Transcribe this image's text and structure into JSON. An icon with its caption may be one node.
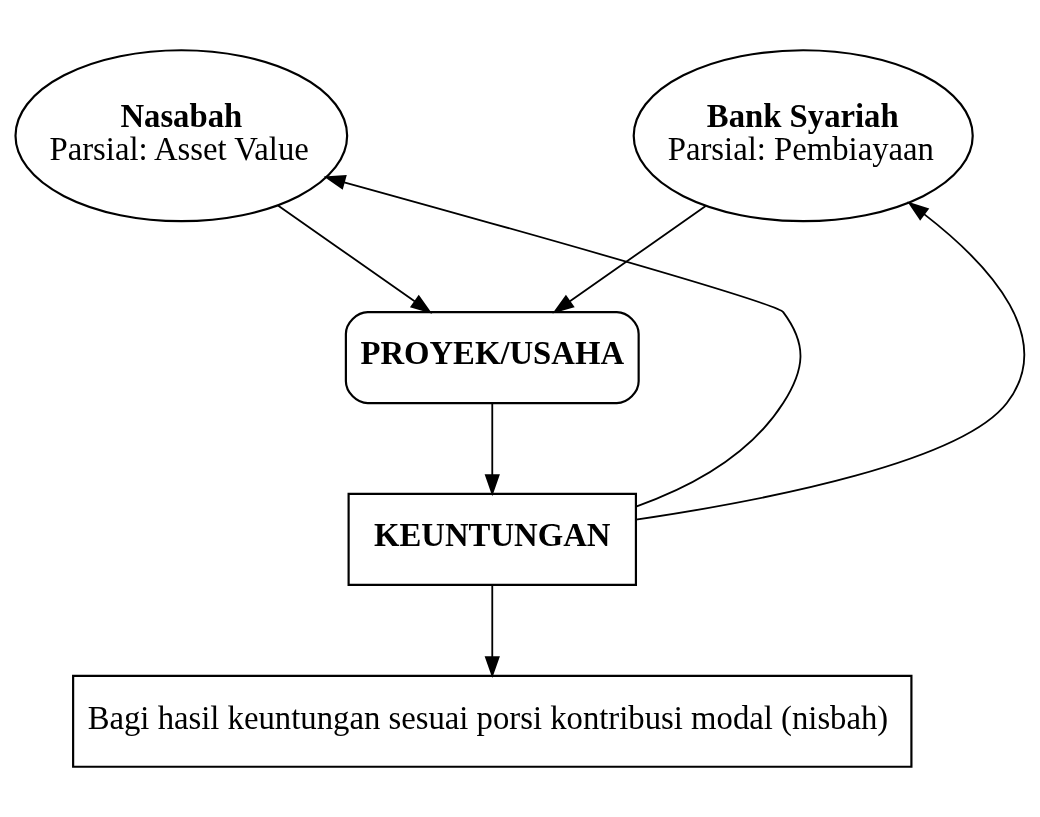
{
  "diagram": {
    "nodes": [
      {
        "text": [
          "Nasabah",
          "Parsial: Asset Value"
        ]
      },
      {
        "text": [
          "Bank Syariah",
          "Parsial: Pembiayaan"
        ]
      },
      {
        "text": [
          "PROYEK/USAHA"
        ]
      },
      {
        "text": [
          "KEUNTUNGAN"
        ]
      },
      {
        "text": [
          "Bagi hasil keuntungan sesuai porsi kontribusi modal (nisbah)"
        ]
      }
    ],
    "edges": [
      {
        "from": 0,
        "to": 2,
        "arrow": "to"
      },
      {
        "from": 1,
        "to": 2,
        "arrow": "to"
      },
      {
        "from": 2,
        "to": 3,
        "arrow": "to"
      },
      {
        "from": 3,
        "to": 0,
        "arrow": "to"
      },
      {
        "from": 3,
        "to": 1,
        "arrow": "to"
      },
      {
        "from": 3,
        "to": 4,
        "arrow": "to"
      }
    ]
  }
}
